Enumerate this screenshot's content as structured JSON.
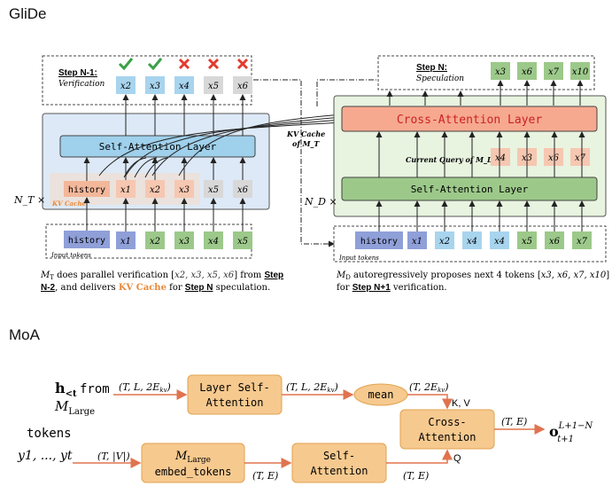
{
  "glide": {
    "title": "GliDe",
    "verify": {
      "step_label": "Step N-1:",
      "step_sub": "Verification",
      "tokens": [
        "x2",
        "x3",
        "x4",
        "x5",
        "x6"
      ],
      "marks": [
        "check",
        "check",
        "cross",
        "cross",
        "cross"
      ]
    },
    "target": {
      "layer_label": "Self-Attention Layer",
      "history_label": "history",
      "kv_cache_label": "KV Cache",
      "hist_tokens": [
        "x1",
        "x2",
        "x3",
        "x5",
        "x6"
      ],
      "multiplier": "N_T ×"
    },
    "target_input": {
      "caption": "Input tokens",
      "history_label": "history",
      "tokens": [
        "x1",
        "x2",
        "x3",
        "x4",
        "x5"
      ]
    },
    "kv_link": {
      "line1": "KV Cache",
      "line2": "of M_T"
    },
    "spec": {
      "step_label": "Step N:",
      "step_sub": "Speculation",
      "tokens": [
        "x3",
        "x6",
        "x7",
        "x10"
      ]
    },
    "draft": {
      "cross_label": "Cross-Attention Layer",
      "query_label": "Current Query of M_D",
      "query_tokens": [
        "x4",
        "x3",
        "x6",
        "x7"
      ],
      "self_label": "Self-Attention Layer",
      "multiplier": "N_D ×"
    },
    "draft_input": {
      "caption": "Input tokens",
      "history_label": "history",
      "tokens": [
        "x1",
        "x2",
        "x4",
        "x4",
        "x5",
        "x6",
        "x7"
      ]
    },
    "caption_left": {
      "p1": " does parallel verification [",
      "tokens": "x2, x3, x5, x6",
      "p2": "] from ",
      "step1": "Step",
      "step2": "N-2",
      "p3": ", and delivers ",
      "kv": "KV Cache",
      "p4": " for ",
      "step3": "Step N",
      "p5": " speculation."
    },
    "caption_right": {
      "p1": " autoregressively proposes next 4 tokens [",
      "tokens": "x3, x6, x7, x10",
      "p2": "]",
      "p3": "for ",
      "step": "Step N+1",
      "p4": " verification."
    },
    "colors": {
      "blue_token": "#a8d4ee",
      "green_token": "#9cc98a",
      "purple_token": "#8f9fd8",
      "gray_token": "#d8d8d8",
      "orange_token": "#f6c7b1",
      "orange_text": "#e8893a",
      "check": "#3aa047",
      "cross": "#e23b2e"
    }
  },
  "moa": {
    "title": "MoA",
    "h_from_a": "from",
    "h_from_b": "Large",
    "tokens_a": "tokens",
    "tokens_b": "y1, ..., yt",
    "layer_self_attn": [
      "Layer Self-",
      "Attention"
    ],
    "mean_label": "mean",
    "cross_attn": [
      "Cross-",
      "Attention"
    ],
    "embed_a": "Large",
    "embed_b": "embed_tokens",
    "self_attn": [
      "Self-",
      "Attention"
    ],
    "dims": {
      "d1": "(T, L, 2E",
      "d1_sub": "kv",
      "d2": "(T, L, 2E",
      "d2_sub": "kv",
      "d3": "(T, 2E",
      "d3_sub": "kv",
      "d_vocab": "(T, |V|)",
      "d_e1": "(T, E)",
      "d_e2": "(T, E)",
      "d_e3": "(T, E)"
    },
    "kv_label": "K, V",
    "q_label": "Q",
    "colors": {
      "box_fill": "#f6c98f",
      "box_stroke": "#e2a34f",
      "arrow": "#e0734f"
    }
  }
}
